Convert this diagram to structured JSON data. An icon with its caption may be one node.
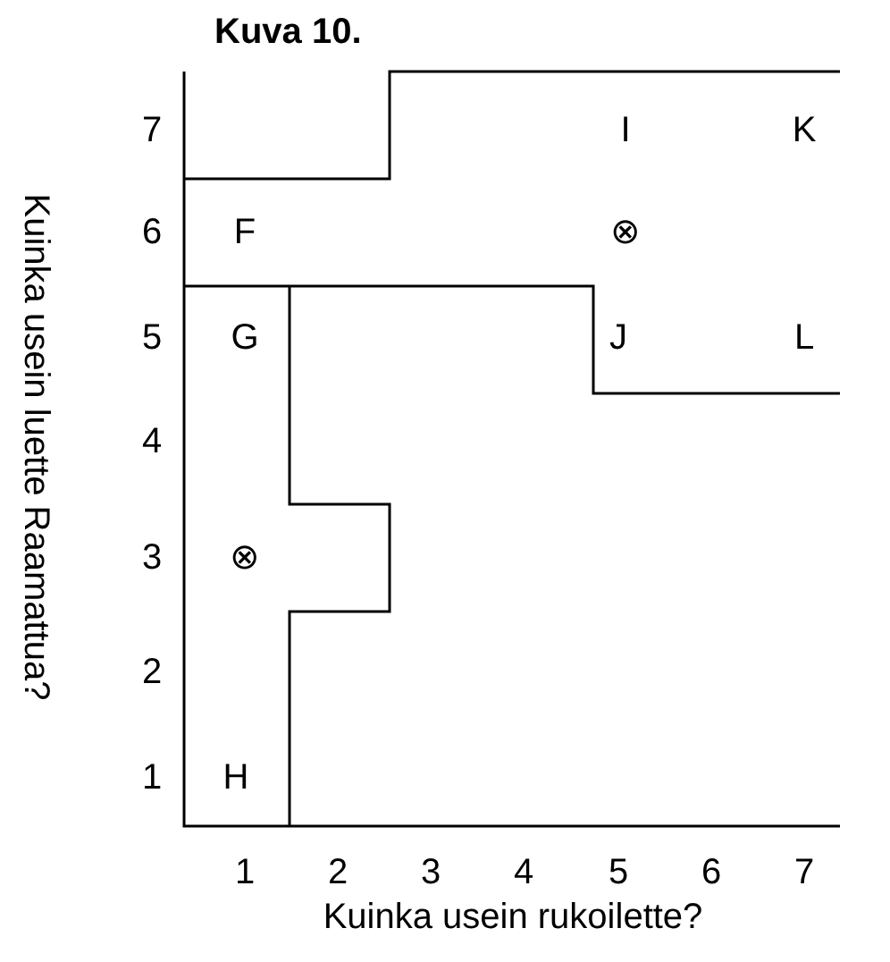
{
  "diagram": {
    "title": "Kuva 10.",
    "labels": [
      "Kuinka usein luette Raamattua?",
      "7",
      "I",
      "K",
      "6",
      "F",
      "⊗",
      "5",
      "G",
      "J",
      "L",
      "4",
      "3",
      "⊗",
      "2",
      "1",
      "H",
      "1",
      "2",
      "3",
      "4",
      "5",
      "6",
      "7",
      "Kuinka usein rukoilette?"
    ]
  }
}
